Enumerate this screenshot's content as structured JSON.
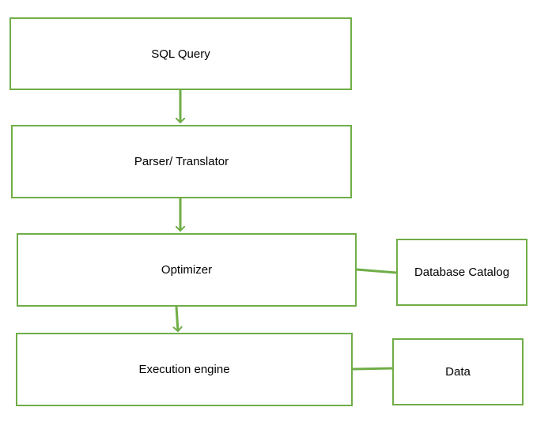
{
  "diagram": {
    "nodes": {
      "sql_query": "SQL Query",
      "parser": "Parser/ Translator",
      "optimizer": "Optimizer",
      "execution_engine": "Execution engine",
      "database_catalog": "Database Catalog",
      "data": "Data"
    },
    "edges": [
      {
        "from": "sql_query",
        "to": "parser",
        "type": "arrow"
      },
      {
        "from": "parser",
        "to": "optimizer",
        "type": "arrow"
      },
      {
        "from": "optimizer",
        "to": "execution_engine",
        "type": "arrow"
      },
      {
        "from": "optimizer",
        "to": "database_catalog",
        "type": "line"
      },
      {
        "from": "execution_engine",
        "to": "data",
        "type": "line"
      }
    ],
    "colors": {
      "stroke": "#70AD47",
      "text": "#000000",
      "background": "#ffffff"
    }
  }
}
